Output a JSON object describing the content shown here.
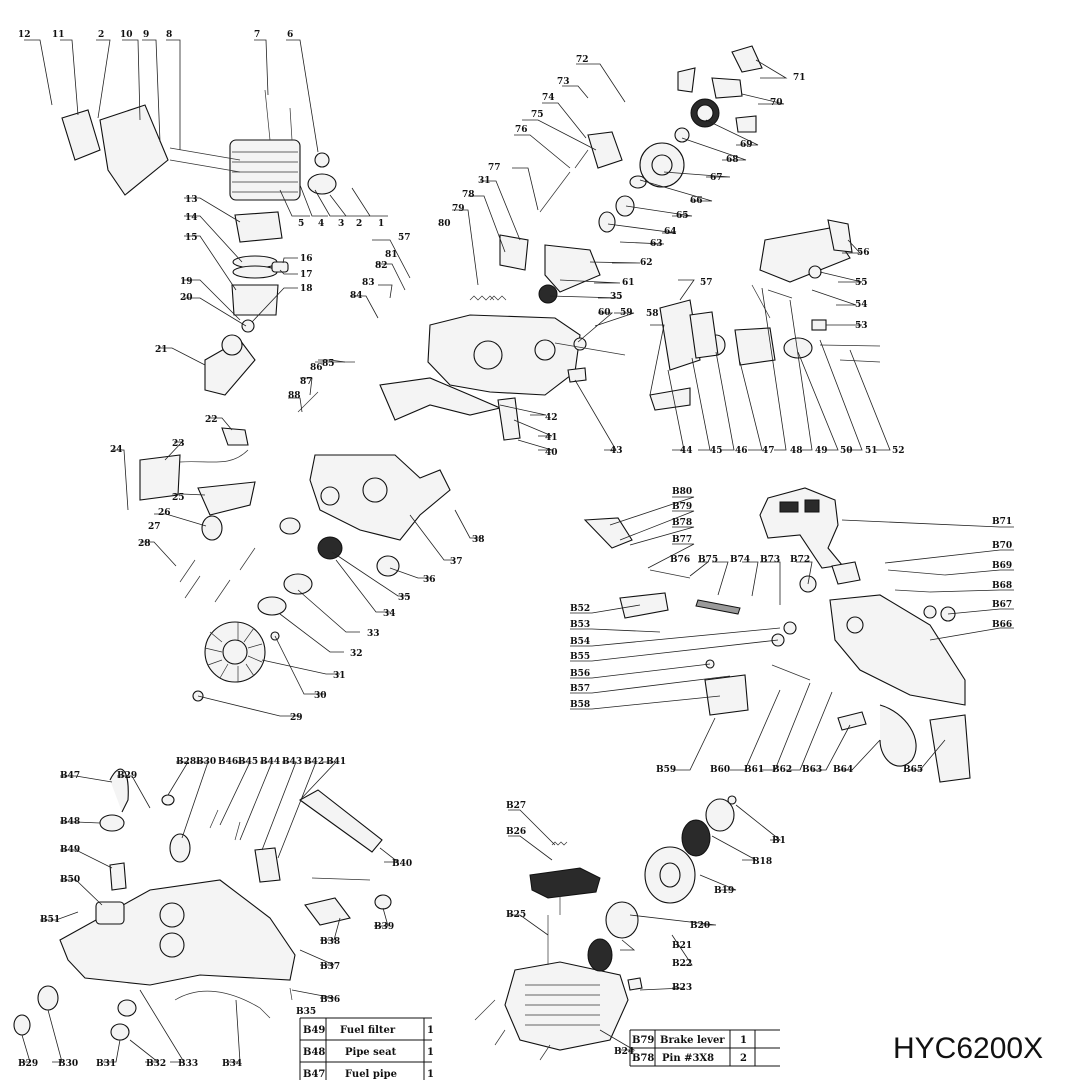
{
  "model": "HYC6200X",
  "callouts": {
    "engine": [
      "1",
      "2",
      "3",
      "4",
      "5",
      "6",
      "7",
      "8",
      "9",
      "10",
      "11",
      "12",
      "13",
      "14",
      "15",
      "16",
      "17",
      "18",
      "19",
      "20",
      "21",
      "22",
      "23",
      "24",
      "25",
      "26",
      "27",
      "28",
      "29",
      "30",
      "31",
      "32",
      "33",
      "34",
      "35",
      "36",
      "37",
      "38"
    ],
    "clutch": [
      "31",
      "35",
      "40",
      "41",
      "42",
      "43",
      "44",
      "45",
      "46",
      "47",
      "48",
      "49",
      "50",
      "51",
      "52",
      "53",
      "54",
      "55",
      "56",
      "57",
      "58",
      "59",
      "60",
      "61",
      "62",
      "63",
      "64",
      "65",
      "66",
      "67",
      "68",
      "69",
      "70",
      "71",
      "72",
      "73",
      "74",
      "75",
      "76",
      "77",
      "78",
      "79",
      "80",
      "81",
      "82",
      "83",
      "84",
      "85",
      "86",
      "87",
      "88"
    ],
    "brake": [
      "B52",
      "B53",
      "B54",
      "B55",
      "B56",
      "B57",
      "B58",
      "B59",
      "B60",
      "B61",
      "B62",
      "B63",
      "B64",
      "B65",
      "B66",
      "B67",
      "B68",
      "B69",
      "B70",
      "B71",
      "B72",
      "B73",
      "B74",
      "B75",
      "B76",
      "B77",
      "B78",
      "B79",
      "B80"
    ],
    "handle": [
      "B28",
      "B29",
      "B30",
      "B31",
      "B32",
      "B33",
      "B34",
      "B35",
      "B36",
      "B37",
      "B38",
      "B39",
      "B40",
      "B41",
      "B42",
      "B43",
      "B44",
      "B45",
      "B46",
      "B47",
      "B48",
      "B49",
      "B50",
      "B51",
      "B29",
      "B30"
    ],
    "starter": [
      "B1",
      "B18",
      "B19",
      "B20",
      "B21",
      "B22",
      "B23",
      "B24",
      "B25",
      "B26",
      "B27"
    ]
  },
  "tables": {
    "left": [
      {
        "code": "B49",
        "name": "Fuel filter",
        "qty": "1"
      },
      {
        "code": "B48",
        "name": "Pipe seat",
        "qty": "1"
      },
      {
        "code": "B47",
        "name": "Fuel pipe",
        "qty": "1"
      }
    ],
    "right": [
      {
        "code": "B79",
        "name": "Brake lever",
        "qty": "1"
      },
      {
        "code": "B78",
        "name": "Pin #3X8",
        "qty": "2"
      }
    ]
  }
}
